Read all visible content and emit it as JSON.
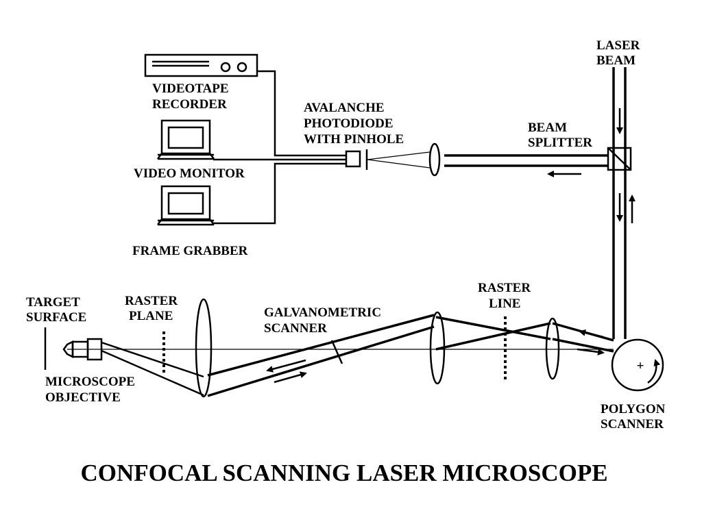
{
  "title": "CONFOCAL SCANNING LASER MICROSCOPE",
  "labels": {
    "laser_beam": [
      "LASER",
      "BEAM"
    ],
    "beam_splitter": [
      "BEAM",
      "SPLITTER"
    ],
    "avalanche": [
      "AVALANCHE",
      "PHOTODIODE",
      "WITH PINHOLE"
    ],
    "videotape": [
      "VIDEOTAPE",
      "RECORDER"
    ],
    "video_monitor": "VIDEO MONITOR",
    "frame_grabber": "FRAME GRABBER",
    "target_surface": [
      "TARGET",
      "SURFACE"
    ],
    "raster_plane": [
      "RASTER",
      "PLANE"
    ],
    "galvanometric": [
      "GALVANOMETRIC",
      "SCANNER"
    ],
    "raster_line": [
      "RASTER",
      "LINE"
    ],
    "microscope_objective": [
      "MICROSCOPE",
      "OBJECTIVE"
    ],
    "polygon_scanner": [
      "POLYGON",
      "SCANNER"
    ],
    "polygon_symbol": "+"
  }
}
